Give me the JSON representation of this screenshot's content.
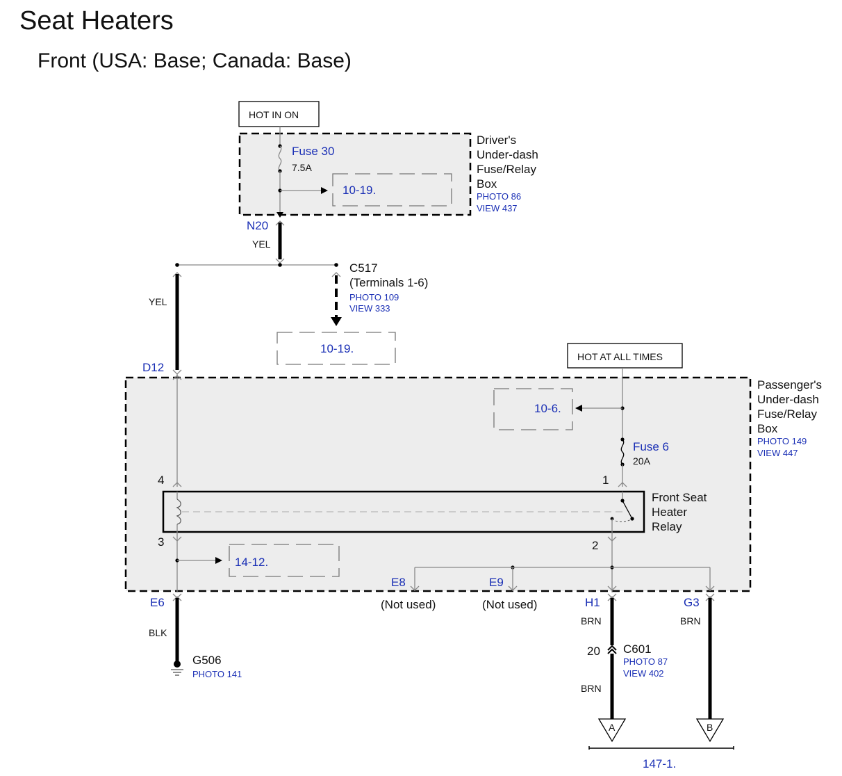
{
  "title": "Seat Heaters",
  "subtitle": "Front (USA: Base; Canada: Base)",
  "colors": {
    "link_blue": "#1a2fb5",
    "box_fill": "#ededed"
  },
  "power_hot_in_on": "HOT IN ON",
  "power_hot_all_times": "HOT AT ALL TIMES",
  "driver_box": {
    "name_lines": [
      "Driver's",
      "Under-dash",
      "Fuse/Relay",
      "Box"
    ],
    "photo": "PHOTO 86",
    "view": "VIEW 437",
    "fuse_name": "Fuse 30",
    "fuse_rating": "7.5A",
    "ref": "10-19."
  },
  "n20": {
    "terminal": "N20",
    "wire": "YEL"
  },
  "c517": {
    "name": "C517",
    "detail": "(Terminals 1-6)",
    "photo": "PHOTO 109",
    "view": "VIEW 333",
    "ref": "10-19."
  },
  "left_wire_color": "YEL",
  "d12": "D12",
  "passenger_box": {
    "name_lines": [
      "Passenger's",
      "Under-dash",
      "Fuse/Relay",
      "Box"
    ],
    "photo": "PHOTO 149",
    "view": "VIEW 447",
    "fuse_name": "Fuse 6",
    "fuse_rating": "20A",
    "ref_fuse": "10-6.",
    "ref_ground": "14-12."
  },
  "relay": {
    "name_lines": [
      "Front Seat",
      "Heater",
      "Relay"
    ],
    "pin_4": "4",
    "pin_1": "1",
    "pin_3": "3",
    "pin_2": "2"
  },
  "e6": {
    "terminal": "E6",
    "wire": "BLK"
  },
  "g506": {
    "name": "G506",
    "photo": "PHOTO 141"
  },
  "e8": {
    "terminal": "E8",
    "status": "(Not used)"
  },
  "e9": {
    "terminal": "E9",
    "status": "(Not used)"
  },
  "h1": {
    "terminal": "H1",
    "wire_top": "BRN",
    "wire_bottom": "BRN"
  },
  "g3": {
    "terminal": "G3",
    "wire": "BRN"
  },
  "c601": {
    "name": "C601",
    "pin": "20",
    "photo": "PHOTO 87",
    "view": "VIEW 402"
  },
  "out_a": "A",
  "out_b": "B",
  "page_ref": "147-1."
}
